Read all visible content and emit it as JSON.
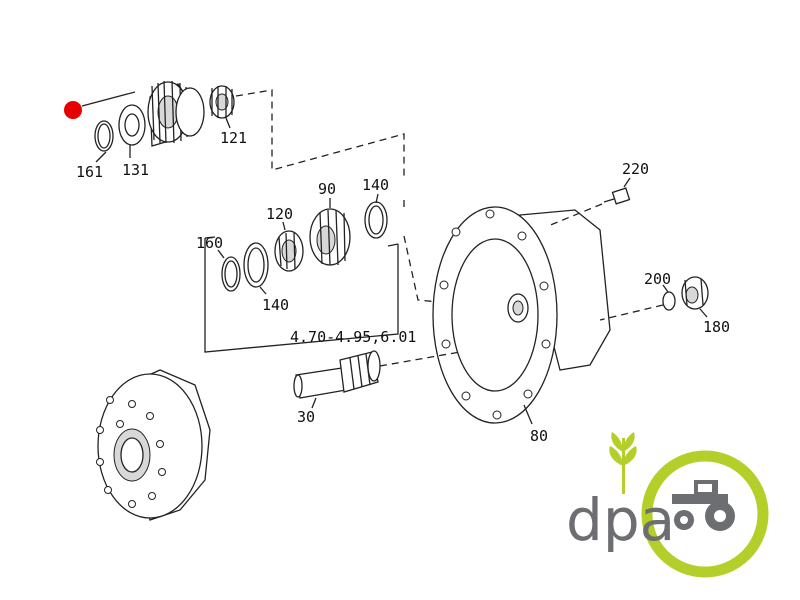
{
  "labels": {
    "p161": "161",
    "p131": "131",
    "p121": "121",
    "p90": "90",
    "p140_top": "140",
    "p120": "120",
    "p160": "160",
    "p140_bottom": "140",
    "range": "4.70-4.95,6.01",
    "p220": "220",
    "p200": "200",
    "p180": "180",
    "p30": "30",
    "p80": "80"
  },
  "logo": {
    "text": "dpa",
    "colors": {
      "text": "#6d6e71",
      "ring": "#b5cf2a",
      "wheat": "#b5cf2a"
    }
  },
  "marker": {
    "color": "#e60000"
  }
}
